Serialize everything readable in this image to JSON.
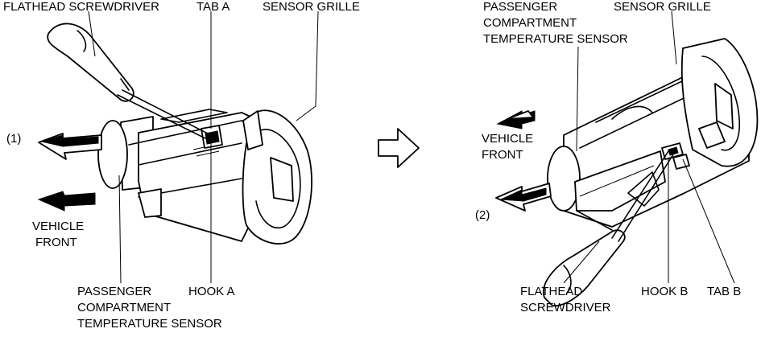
{
  "left": {
    "label_flathead": "FLATHEAD SCREWDRIVER",
    "label_tab": "TAB A",
    "label_grille": "SENSOR GRILLE",
    "label_step": "(1)",
    "label_vehicle_1": "VEHICLE",
    "label_vehicle_2": "FRONT",
    "label_sensor_1": "PASSENGER",
    "label_sensor_2": "COMPARTMENT",
    "label_sensor_3": "TEMPERATURE SENSOR",
    "label_hook": "HOOK A"
  },
  "right": {
    "label_sensor_1": "PASSENGER",
    "label_sensor_2": "COMPARTMENT",
    "label_sensor_3": "TEMPERATURE SENSOR",
    "label_grille": "SENSOR GRILLE",
    "label_vehicle_1": "VEHICLE",
    "label_vehicle_2": "FRONT",
    "label_step": "(2)",
    "label_flathead_1": "FLATHEAD",
    "label_flathead_2": "SCREWDRIVER",
    "label_hook": "HOOK B",
    "label_tab": "TAB B"
  },
  "icons": {
    "transition": "outline-right-arrow-icon",
    "direction": "vehicle-front-arrow-icon"
  }
}
